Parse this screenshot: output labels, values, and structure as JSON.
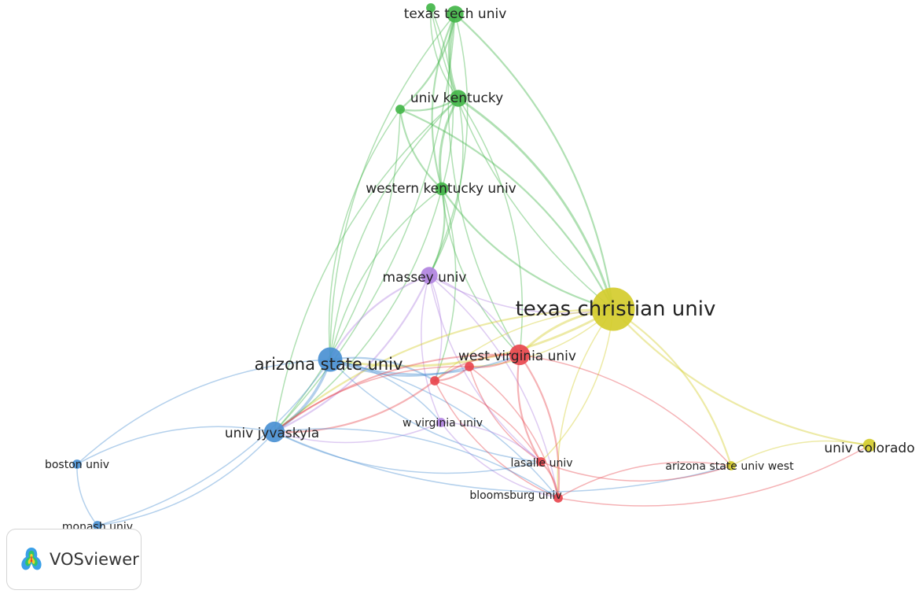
{
  "brand": {
    "name": "VOSviewer",
    "logo_icon": "vosviewer-logo-icon"
  },
  "colors": {
    "cluster_red": "#e8474e",
    "cluster_green": "#43b649",
    "cluster_blue": "#4a90d2",
    "cluster_yellow": "#d4cc2c",
    "cluster_purple": "#b183e0"
  },
  "network": {
    "nodes": [
      {
        "id": "texas_tech",
        "label": "texas tech univ",
        "cluster": "green",
        "weight": 3,
        "label_size": "medium"
      },
      {
        "id": "kentucky",
        "label": "univ kentucky",
        "cluster": "green",
        "weight": 3,
        "label_size": "medium"
      },
      {
        "id": "green_small",
        "label": "",
        "cluster": "green",
        "weight": 1,
        "label_size": "none"
      },
      {
        "id": "green_top2",
        "label": "",
        "cluster": "green",
        "weight": 1,
        "label_size": "none"
      },
      {
        "id": "western_ky",
        "label": "western kentucky univ",
        "cluster": "green",
        "weight": 2,
        "label_size": "medium"
      },
      {
        "id": "massey",
        "label": "massey univ",
        "cluster": "purple",
        "weight": 3,
        "label_size": "medium"
      },
      {
        "id": "tcu",
        "label": "texas christian univ",
        "cluster": "yellow",
        "weight": 10,
        "label_size": "xlarge"
      },
      {
        "id": "asu",
        "label": "arizona state univ",
        "cluster": "blue",
        "weight": 5,
        "label_size": "large"
      },
      {
        "id": "wvu",
        "label": "west virginia univ",
        "cluster": "red",
        "weight": 4,
        "label_size": "medium"
      },
      {
        "id": "red_a",
        "label": "",
        "cluster": "red",
        "weight": 1,
        "label_size": "none"
      },
      {
        "id": "red_b",
        "label": "",
        "cluster": "red",
        "weight": 1,
        "label_size": "none"
      },
      {
        "id": "w_virginia",
        "label": "w virginia univ",
        "cluster": "purple",
        "weight": 1,
        "label_size": "small"
      },
      {
        "id": "jyvaskyla",
        "label": "univ jyvaskyla",
        "cluster": "blue",
        "weight": 4,
        "label_size": "medium"
      },
      {
        "id": "boston",
        "label": "boston univ",
        "cluster": "blue",
        "weight": 1,
        "label_size": "small"
      },
      {
        "id": "lasalle",
        "label": "lasalle univ",
        "cluster": "red",
        "weight": 1,
        "label_size": "small"
      },
      {
        "id": "bloomsburg",
        "label": "bloomsburg univ",
        "cluster": "red",
        "weight": 1,
        "label_size": "small"
      },
      {
        "id": "asu_west",
        "label": "arizona state univ west",
        "cluster": "yellow",
        "weight": 1,
        "label_size": "small"
      },
      {
        "id": "colorado",
        "label": "univ colorado",
        "cluster": "yellow",
        "weight": 2,
        "label_size": "medium"
      },
      {
        "id": "monash",
        "label": "monash univ",
        "cluster": "blue",
        "weight": 1,
        "label_size": "small"
      }
    ],
    "links": [
      [
        "texas_tech",
        "kentucky",
        3
      ],
      [
        "texas_tech",
        "green_small",
        2
      ],
      [
        "texas_tech",
        "western_ky",
        2
      ],
      [
        "texas_tech",
        "tcu",
        2
      ],
      [
        "texas_tech",
        "asu",
        1
      ],
      [
        "texas_tech",
        "massey",
        1
      ],
      [
        "texas_tech",
        "wvu",
        1
      ],
      [
        "texas_tech",
        "jyvaskyla",
        1
      ],
      [
        "green_top2",
        "kentucky",
        1
      ],
      [
        "green_top2",
        "western_ky",
        1
      ],
      [
        "green_top2",
        "tcu",
        1
      ],
      [
        "kentucky",
        "green_small",
        2
      ],
      [
        "kentucky",
        "western_ky",
        3
      ],
      [
        "kentucky",
        "tcu",
        3
      ],
      [
        "kentucky",
        "asu",
        1
      ],
      [
        "kentucky",
        "massey",
        1
      ],
      [
        "kentucky",
        "jyvaskyla",
        1
      ],
      [
        "kentucky",
        "wvu",
        1
      ],
      [
        "green_small",
        "western_ky",
        2
      ],
      [
        "green_small",
        "tcu",
        2
      ],
      [
        "green_small",
        "asu",
        1
      ],
      [
        "green_small",
        "jyvaskyla",
        1
      ],
      [
        "western_ky",
        "tcu",
        2
      ],
      [
        "western_ky",
        "massey",
        2
      ],
      [
        "western_ky",
        "asu",
        1
      ],
      [
        "western_ky",
        "jyvaskyla",
        1
      ],
      [
        "western_ky",
        "wvu",
        1
      ],
      [
        "western_ky",
        "red_a",
        1
      ],
      [
        "massey",
        "asu",
        2
      ],
      [
        "massey",
        "jyvaskyla",
        2
      ],
      [
        "massey",
        "tcu",
        1
      ],
      [
        "massey",
        "wvu",
        1
      ],
      [
        "massey",
        "w_virginia",
        1
      ],
      [
        "massey",
        "bloomsburg",
        1
      ],
      [
        "massey",
        "lasalle",
        1
      ],
      [
        "massey",
        "red_a",
        1
      ],
      [
        "tcu",
        "wvu",
        3
      ],
      [
        "tcu",
        "asu",
        3
      ],
      [
        "tcu",
        "jyvaskyla",
        2
      ],
      [
        "tcu",
        "asu_west",
        2
      ],
      [
        "tcu",
        "colorado",
        2
      ],
      [
        "tcu",
        "red_b",
        1
      ],
      [
        "tcu",
        "red_a",
        1
      ],
      [
        "tcu",
        "lasalle",
        1
      ],
      [
        "tcu",
        "bloomsburg",
        1
      ],
      [
        "asu",
        "jyvaskyla",
        4
      ],
      [
        "asu",
        "wvu",
        2
      ],
      [
        "asu",
        "red_a",
        2
      ],
      [
        "asu",
        "red_b",
        2
      ],
      [
        "asu",
        "w_virginia",
        1
      ],
      [
        "asu",
        "boston",
        1
      ],
      [
        "asu",
        "monash",
        1
      ],
      [
        "asu",
        "lasalle",
        1
      ],
      [
        "asu",
        "bloomsburg",
        1
      ],
      [
        "wvu",
        "red_a",
        2
      ],
      [
        "wvu",
        "red_b",
        2
      ],
      [
        "wvu",
        "lasalle",
        2
      ],
      [
        "wvu",
        "bloomsburg",
        2
      ],
      [
        "wvu",
        "jyvaskyla",
        2
      ],
      [
        "wvu",
        "asu_west",
        1
      ],
      [
        "red_a",
        "red_b",
        2
      ],
      [
        "red_a",
        "lasalle",
        1
      ],
      [
        "red_a",
        "bloomsburg",
        1
      ],
      [
        "red_a",
        "jyvaskyla",
        2
      ],
      [
        "red_b",
        "lasalle",
        1
      ],
      [
        "red_b",
        "bloomsburg",
        1
      ],
      [
        "red_b",
        "jyvaskyla",
        1
      ],
      [
        "w_virginia",
        "jyvaskyla",
        1
      ],
      [
        "w_virginia",
        "bloomsburg",
        1
      ],
      [
        "w_virginia",
        "lasalle",
        1
      ],
      [
        "jyvaskyla",
        "boston",
        1
      ],
      [
        "jyvaskyla",
        "monash",
        1
      ],
      [
        "jyvaskyla",
        "lasalle",
        1
      ],
      [
        "jyvaskyla",
        "bloomsburg",
        1
      ],
      [
        "jyvaskyla",
        "asu_west",
        1
      ],
      [
        "lasalle",
        "bloomsburg",
        2
      ],
      [
        "lasalle",
        "asu_west",
        1
      ],
      [
        "bloomsburg",
        "asu_west",
        1
      ],
      [
        "bloomsburg",
        "colorado",
        1
      ],
      [
        "asu_west",
        "colorado",
        1
      ],
      [
        "boston",
        "monash",
        1
      ]
    ]
  }
}
